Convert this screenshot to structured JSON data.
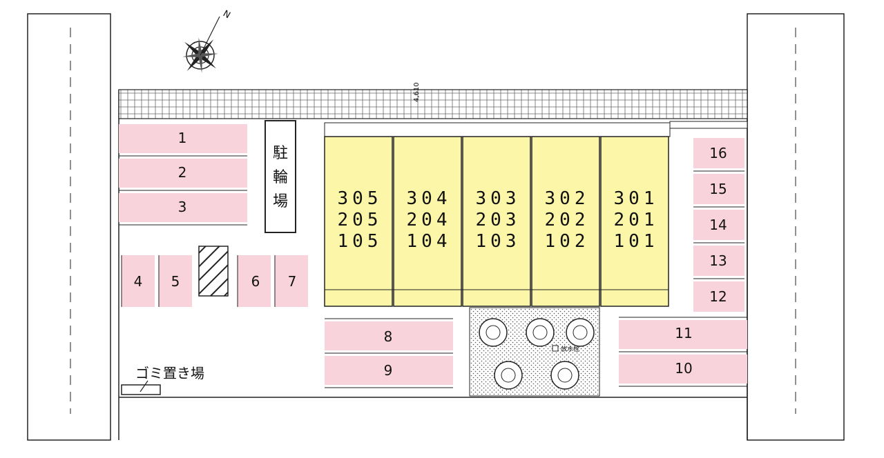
{
  "compass": {
    "north_label": "N"
  },
  "bike_parking": {
    "label_1": "駐",
    "label_2": "輪",
    "label_3": "場"
  },
  "garbage": {
    "label": "ゴミ置き場"
  },
  "road_dimension": "4,610",
  "drain": {
    "label": "放水栓"
  },
  "parking": {
    "p1": "1",
    "p2": "2",
    "p3": "3",
    "p4": "4",
    "p5": "5",
    "p6": "6",
    "p7": "7",
    "p8": "8",
    "p9": "9",
    "p10": "10",
    "p11": "11",
    "p12": "12",
    "p13": "13",
    "p14": "14",
    "p15": "15",
    "p16": "16"
  },
  "units": [
    {
      "top": "305",
      "mid": "205",
      "bottom": "105"
    },
    {
      "top": "304",
      "mid": "204",
      "bottom": "104"
    },
    {
      "top": "303",
      "mid": "203",
      "bottom": "103"
    },
    {
      "top": "302",
      "mid": "202",
      "bottom": "102"
    },
    {
      "top": "301",
      "mid": "201",
      "bottom": "101"
    }
  ],
  "colors": {
    "parking_fill": "#f8d3dc",
    "unit_fill": "#fbf6a8",
    "line": "#222222"
  }
}
